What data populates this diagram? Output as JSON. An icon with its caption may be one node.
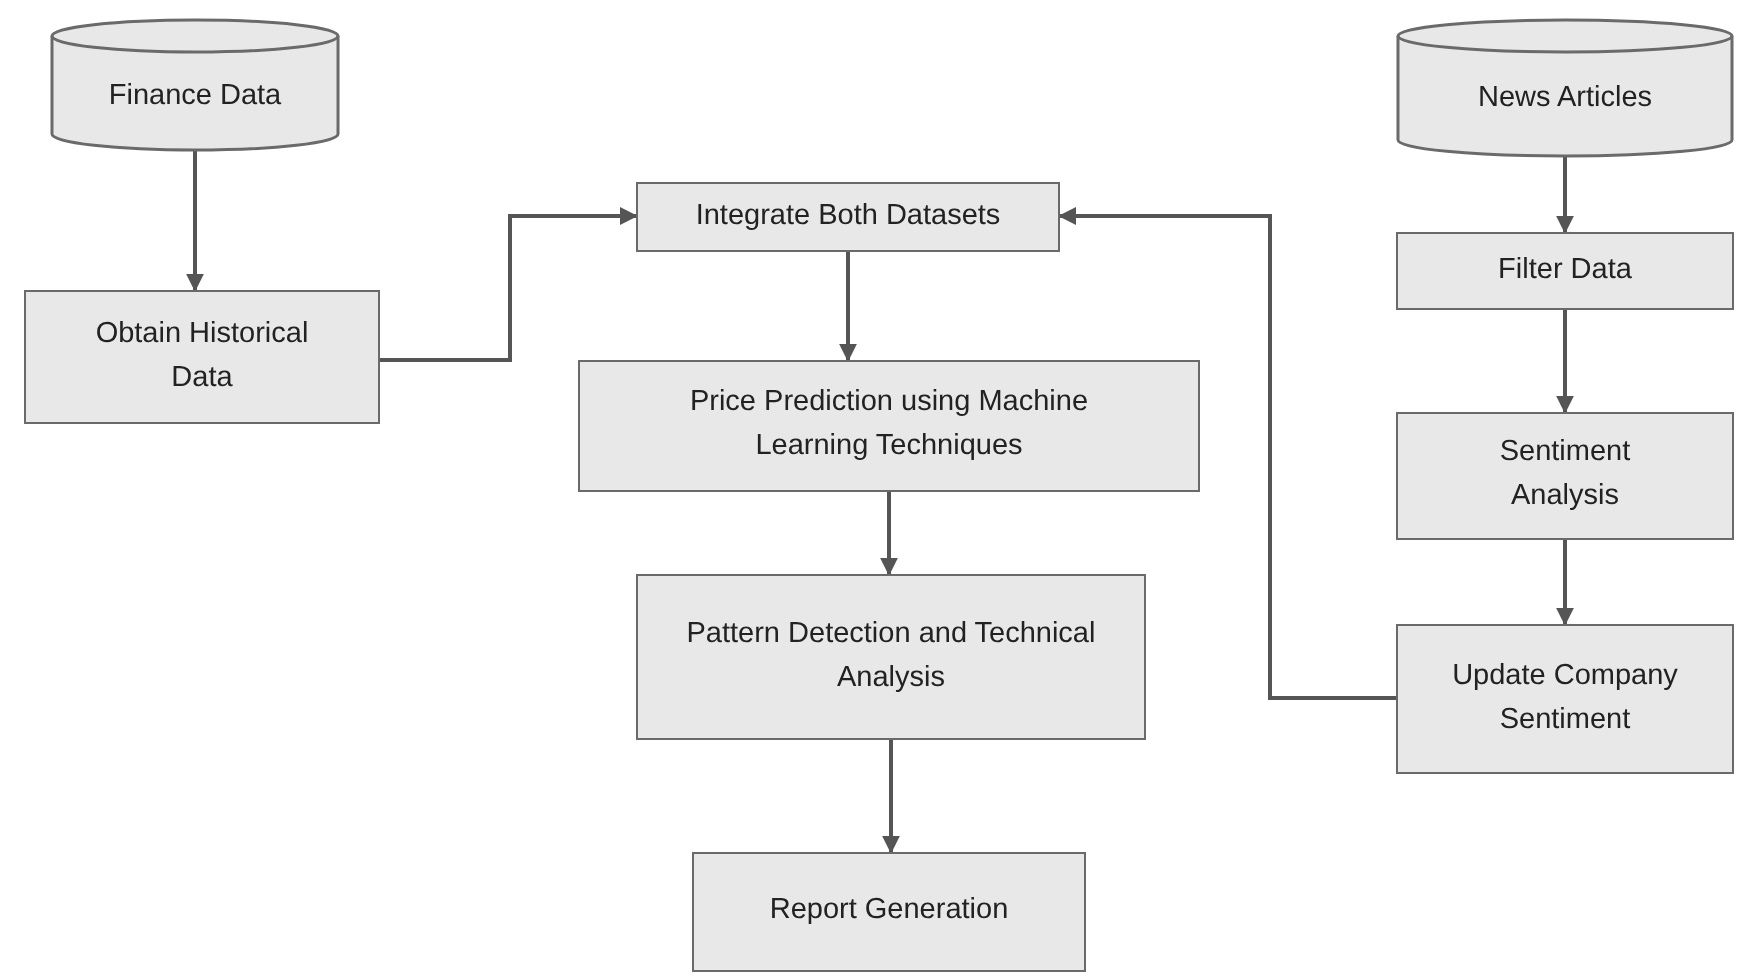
{
  "diagram": {
    "nodes": [
      {
        "text": [
          "Finance Data"
        ]
      },
      {
        "text": [
          "Obtain Historical Data"
        ]
      },
      {
        "text": [
          "Integrate Both Datasets"
        ]
      },
      {
        "text": [
          "Price Prediction using Machine Learning Techniques"
        ]
      },
      {
        "text": [
          "Pattern Detection and Technical Analysis"
        ]
      },
      {
        "text": [
          "Report Generation"
        ]
      },
      {
        "text": [
          "News Articles"
        ]
      },
      {
        "text": [
          "Filter Data"
        ]
      },
      {
        "text": [
          "Sentiment Analysis"
        ]
      },
      {
        "text": [
          "Update Company Sentiment"
        ]
      }
    ],
    "edges": [
      {
        "from": 0,
        "to": 1,
        "arrow": "to"
      },
      {
        "from": 1,
        "to": 2,
        "arrow": "to"
      },
      {
        "from": 2,
        "to": 3,
        "arrow": "to"
      },
      {
        "from": 3,
        "to": 4,
        "arrow": "to"
      },
      {
        "from": 4,
        "to": 5,
        "arrow": "to"
      },
      {
        "from": 6,
        "to": 7,
        "arrow": "to"
      },
      {
        "from": 7,
        "to": 8,
        "arrow": "to"
      },
      {
        "from": 8,
        "to": 9,
        "arrow": "to"
      },
      {
        "from": 9,
        "to": 2,
        "arrow": "to"
      }
    ]
  }
}
